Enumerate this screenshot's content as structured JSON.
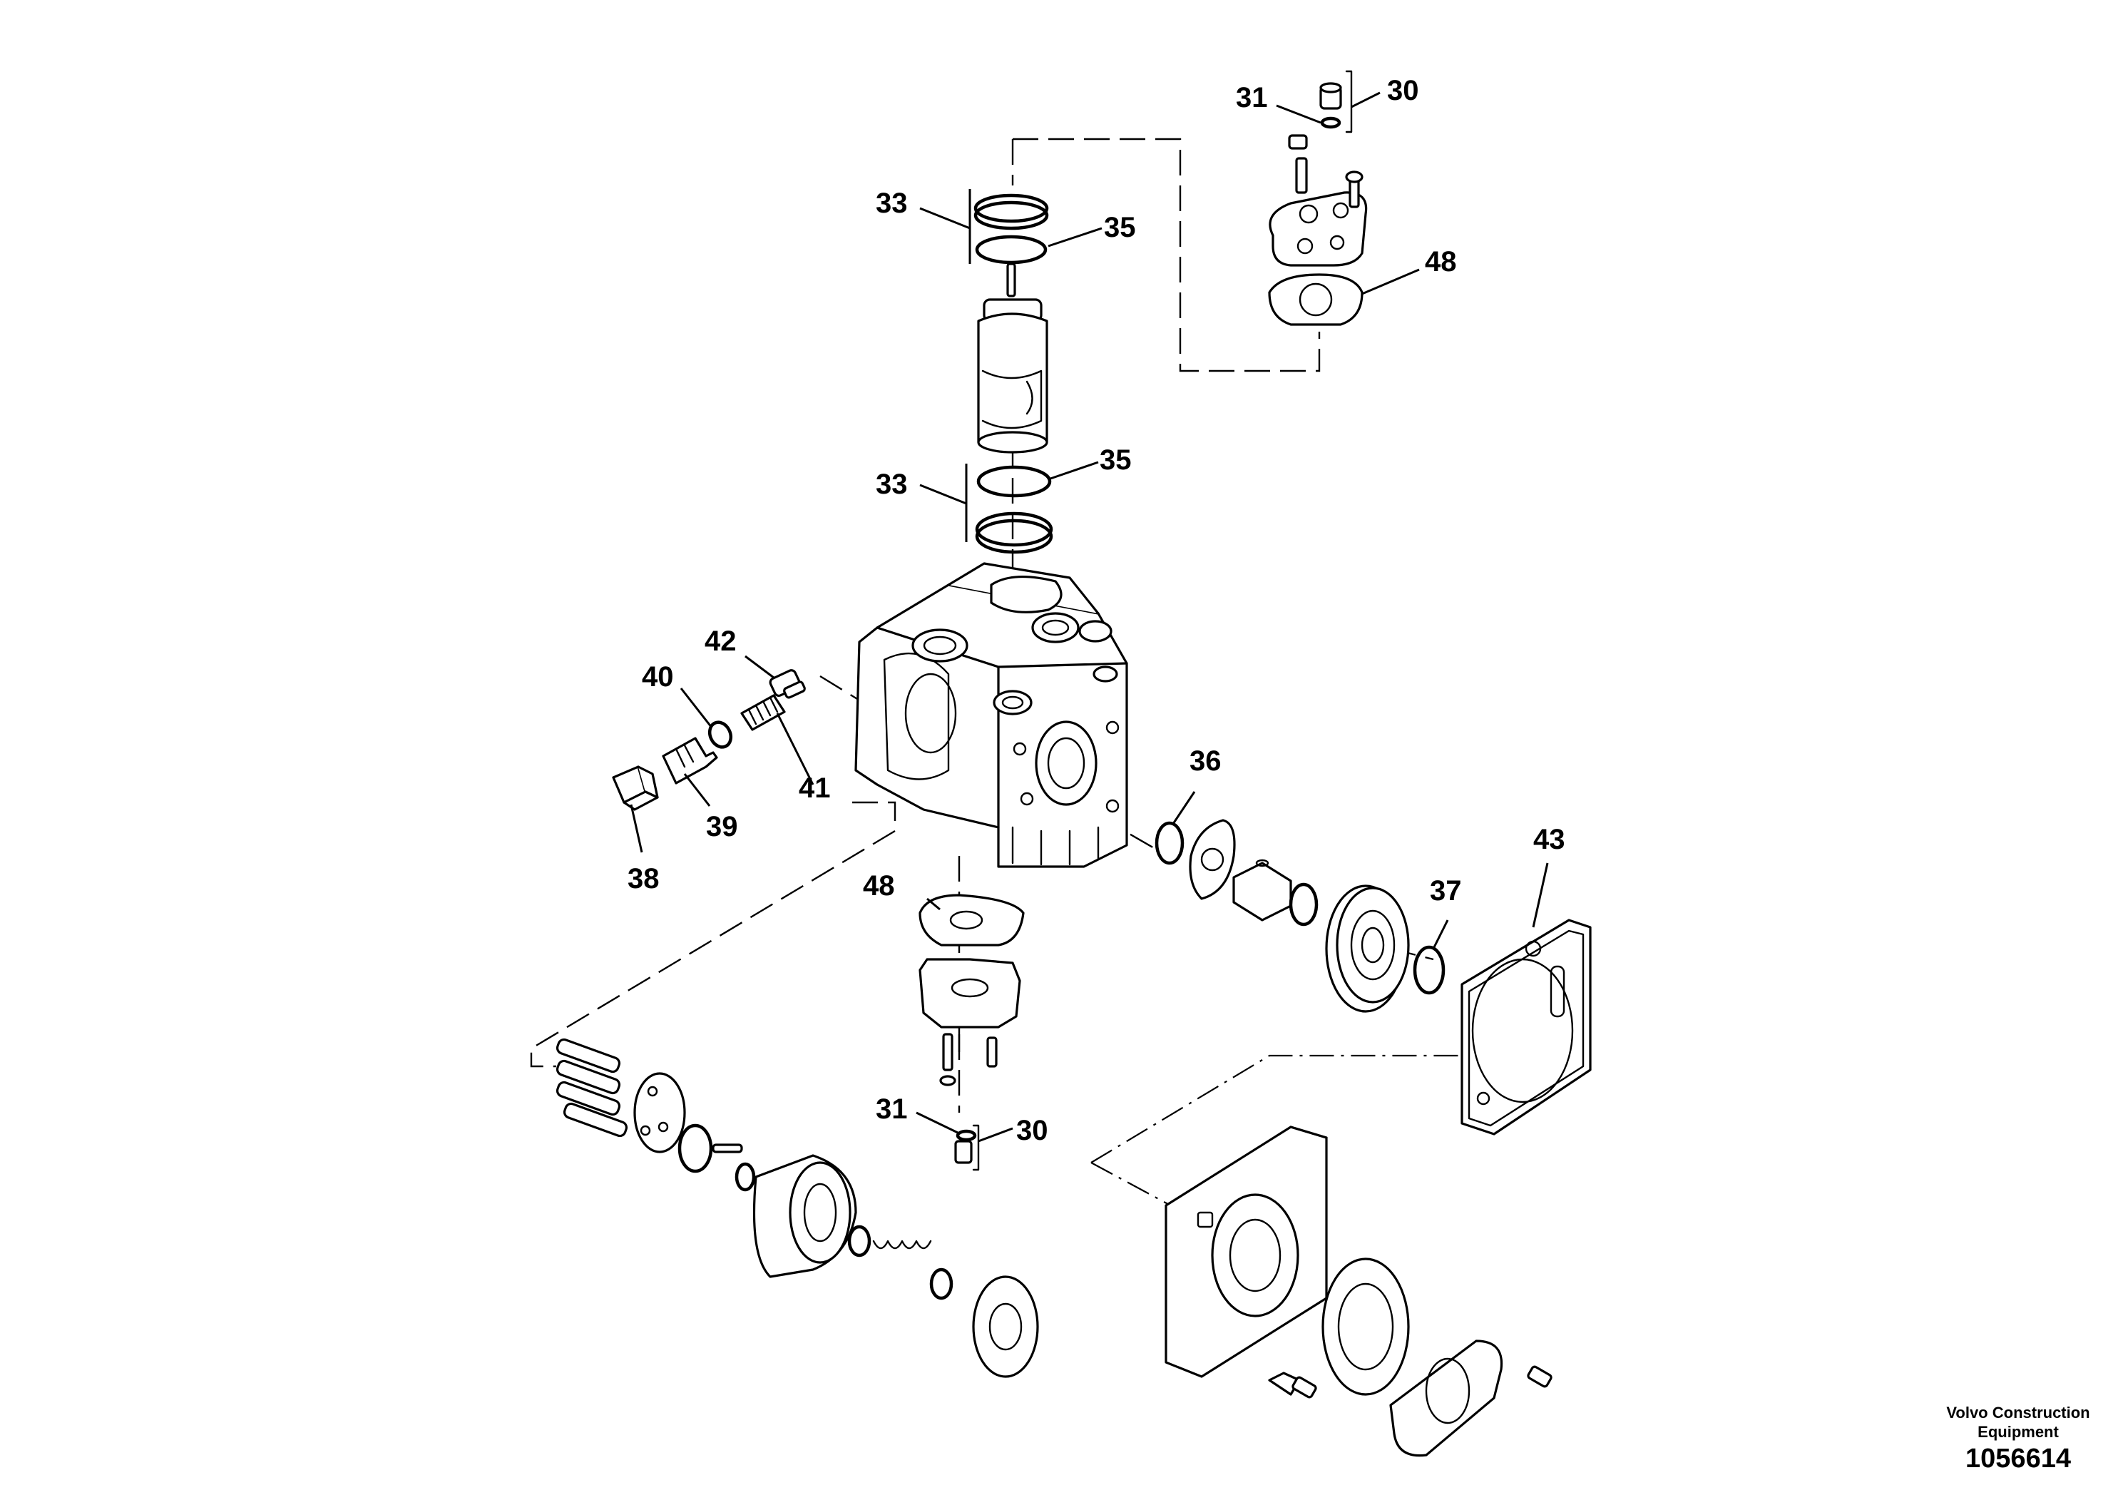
{
  "callouts": {
    "c31_top": "31",
    "c30_top": "30",
    "c33_upper": "33",
    "c35_upper": "35",
    "c48_top": "48",
    "c33_lower": "33",
    "c35_lower": "35",
    "c42": "42",
    "c40": "40",
    "c41": "41",
    "c39": "39",
    "c38": "38",
    "c36": "36",
    "c43": "43",
    "c37": "37",
    "c48_mid": "48",
    "c31_bottom": "31",
    "c30_bottom": "30"
  },
  "credit": {
    "line1": "Volvo Construction",
    "line2": "Equipment",
    "number": "1056614"
  }
}
